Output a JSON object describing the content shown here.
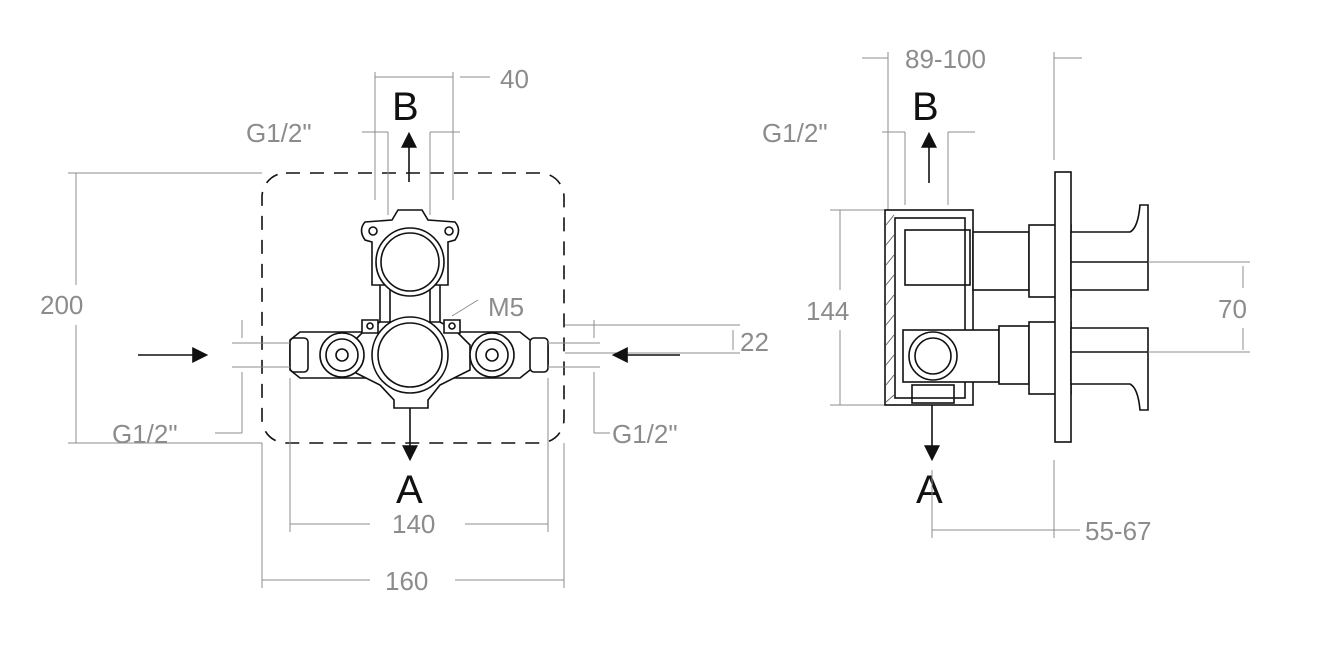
{
  "front_view": {
    "flow_top": "B",
    "flow_bottom": "A",
    "dim_top_width": "40",
    "thread_top": "G1/2\"",
    "dim_height": "200",
    "screw_label": "M5",
    "dim_right_small": "22",
    "thread_left": "G1/2\"",
    "thread_right": "G1/2\"",
    "dim_inner_width": "140",
    "dim_outer_width": "160"
  },
  "side_view": {
    "dim_depth_range": "89-100",
    "flow_top": "B",
    "thread_top": "G1/2\"",
    "dim_body_height": "144",
    "dim_handle_spacing": "70",
    "flow_bottom": "A",
    "dim_bottom_range": "55-67"
  }
}
